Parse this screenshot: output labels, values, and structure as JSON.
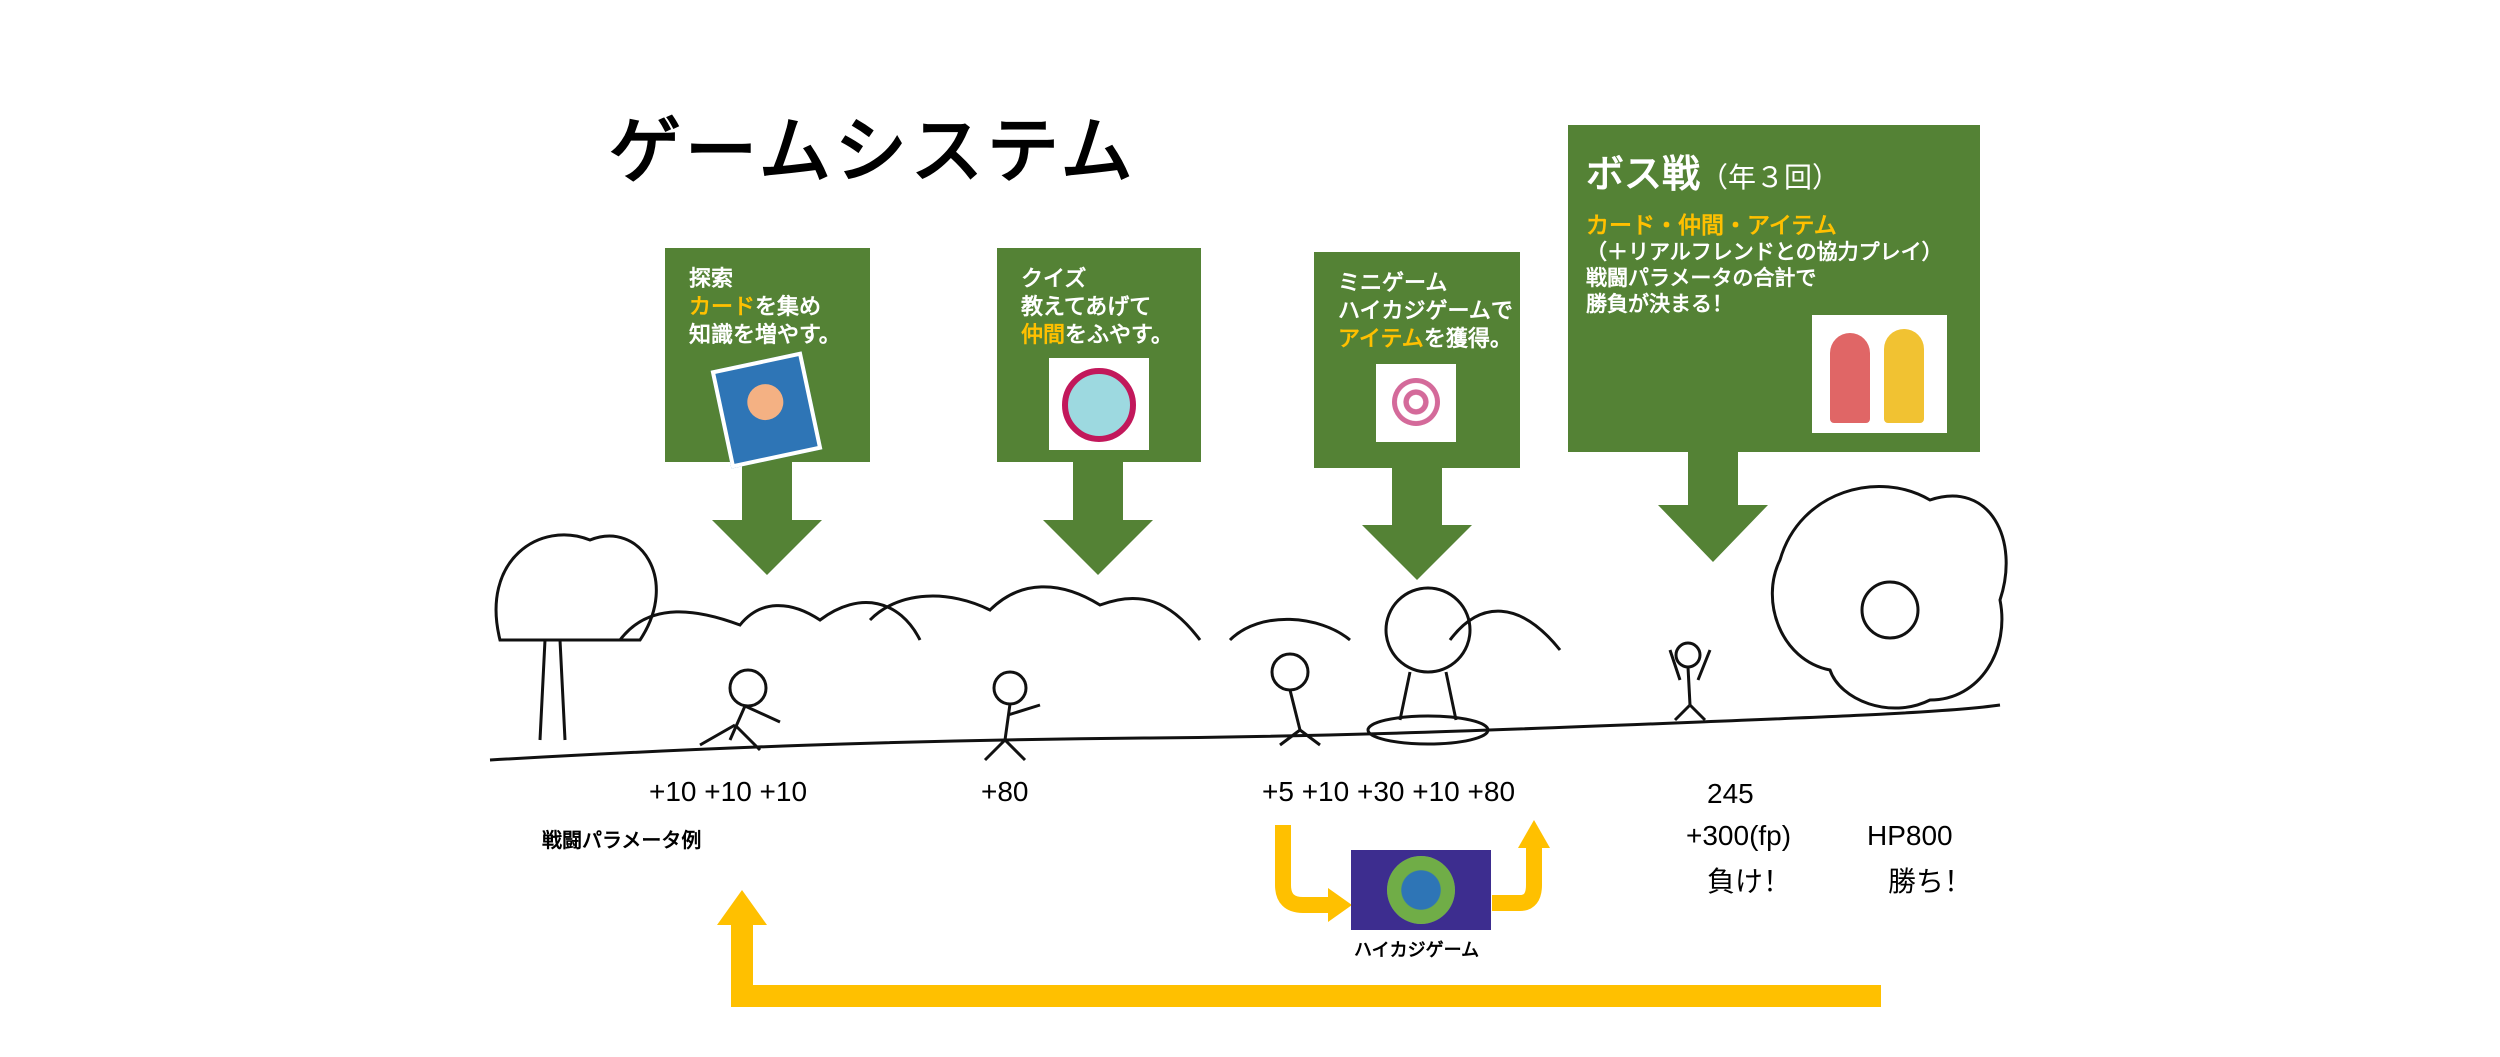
{
  "title": "ゲームシステム",
  "boxes": [
    {
      "line1": "探索",
      "hl": "カード",
      "rest2": "を集め",
      "line3": "知識を増やす。"
    },
    {
      "line1": "クイズ",
      "line2": "教えてあげて",
      "hl": "仲間",
      "rest3": "をふやす。"
    },
    {
      "line1": "ミニゲーム",
      "line2": "ハイカジゲームで",
      "hl": "アイテム",
      "rest3": "を獲得。"
    }
  ],
  "boss": {
    "title": "ボス戦",
    "sub": "（年３回）",
    "hl": "カード・仲間・アイテム",
    "line2": "（＋リアルフレンドとの協力プレイ）",
    "line3": "戦闘パラメータの合計で",
    "line4": "勝負が決まる！"
  },
  "params": {
    "explore": "+10 +10 +10",
    "quiz": "+80",
    "minigame": "+5 +10 +30 +10 +80",
    "label": "戦闘パラメータ例",
    "total": "245",
    "fp": "+300(fp)",
    "hp": "HP800",
    "lose": "負け！",
    "win": "勝ち！"
  },
  "minigame_label": "ハイカジゲーム",
  "colors": {
    "green": "#548235",
    "yellow": "#ffc000"
  }
}
